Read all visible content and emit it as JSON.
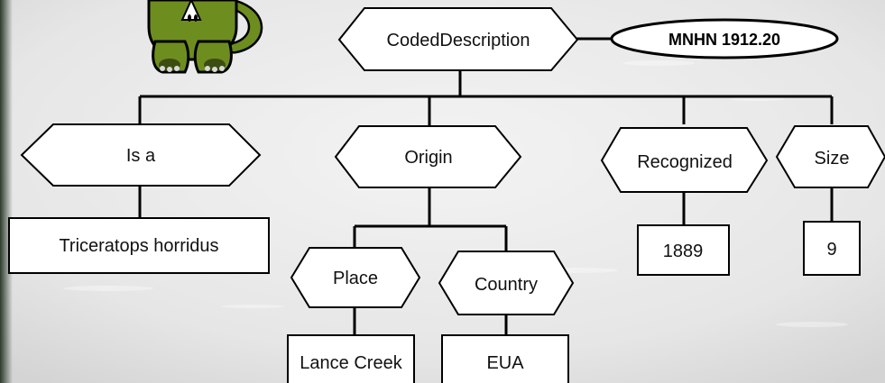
{
  "diagram": {
    "root": {
      "label": "CodedDescription"
    },
    "identifier": {
      "label": "MNHN 1912.20"
    },
    "branches": [
      {
        "key": "is_a",
        "label": "Is a",
        "value": "Triceratops horridus"
      },
      {
        "key": "origin",
        "label": "Origin",
        "children": [
          {
            "key": "place",
            "label": "Place",
            "value": "Lance Creek"
          },
          {
            "key": "country",
            "label": "Country",
            "value": "EUA"
          }
        ]
      },
      {
        "key": "recognized",
        "label": "Recognized",
        "value": "1889"
      },
      {
        "key": "size",
        "label": "Size",
        "value": "9"
      }
    ]
  }
}
